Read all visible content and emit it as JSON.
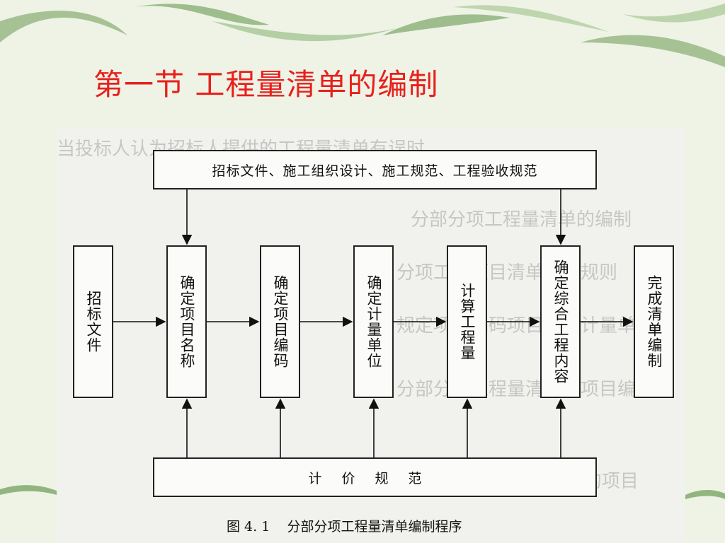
{
  "slide": {
    "title": "第一节 工程量清单的编制"
  },
  "diagram": {
    "top_box": "招标文件、施工组织设计、施工规范、工程验收规范",
    "steps": [
      "招标文件",
      "确定项目名称",
      "确定项目编码",
      "确定计量单位",
      "计算工程量",
      "确定综合工程内容",
      "完成清单编制"
    ],
    "bottom_box": "计价规范",
    "caption": "图 4. 1    分部分项工程量清单编制程序"
  }
}
